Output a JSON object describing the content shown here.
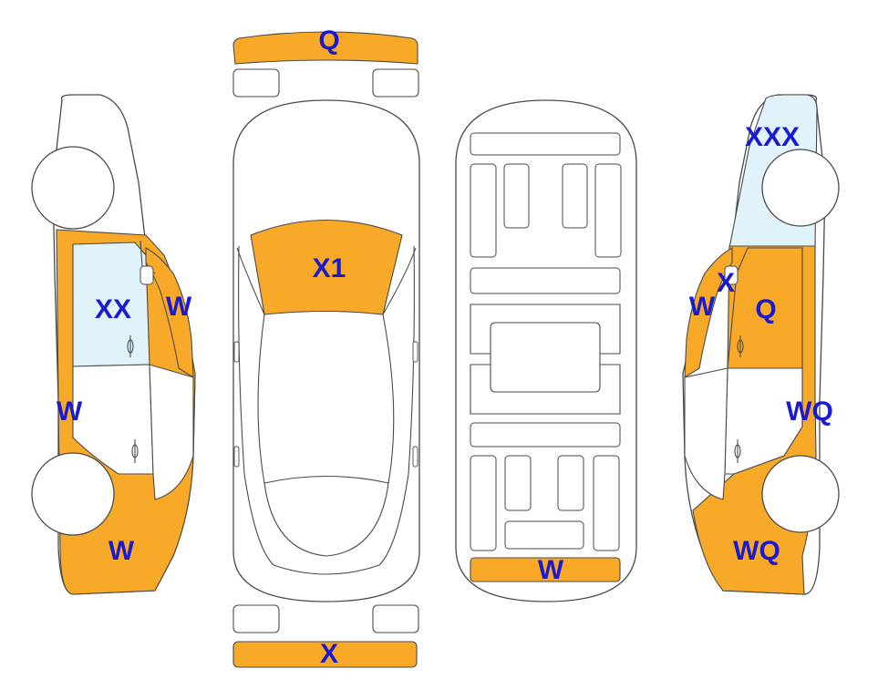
{
  "colors": {
    "damage_fill": "#f9a928",
    "glass_fill": "#e1f3fa",
    "label_color": "#1a1acf",
    "outline": "#4a4a4a"
  },
  "views": {
    "left_side": {
      "labels": {
        "window": "XX",
        "a_pillar": "W",
        "body": "W",
        "rear_quarter": "W"
      }
    },
    "top": {
      "labels": {
        "front_bumper": "Q",
        "roof_glass": "X1",
        "rear_bumper": "X"
      }
    },
    "underbody": {
      "labels": {
        "rear_panel": "W"
      }
    },
    "right_side": {
      "labels": {
        "front_glass": "XXX",
        "pillar": "X",
        "a_pillar": "W",
        "front_door": "Q",
        "body": "WQ",
        "rear_quarter": "WQ"
      }
    }
  }
}
